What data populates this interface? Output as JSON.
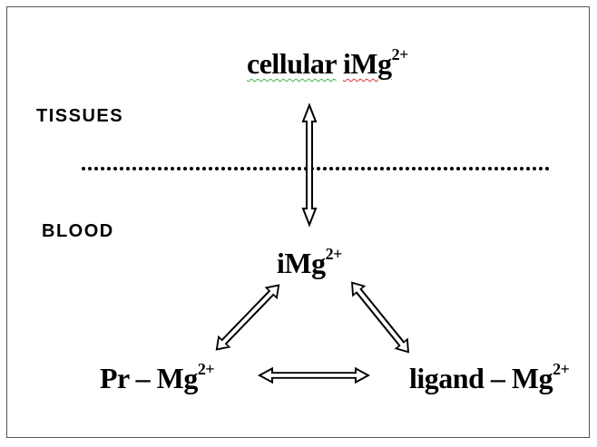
{
  "regions": {
    "tissues": "TISSUES",
    "blood": "BLOOD"
  },
  "nodes": {
    "cellular": {
      "prefix": "cellular",
      "ion": "iMg",
      "charge": "2+"
    },
    "free": {
      "ion": "iMg",
      "charge": "2+"
    },
    "protein_bound": {
      "prefix": "Pr – ",
      "ion": "Mg",
      "charge": "2+"
    },
    "ligand_bound": {
      "prefix": "ligand – ",
      "ion": "Mg",
      "charge": "2+"
    }
  },
  "colors": {
    "ink": "#000000",
    "frame": "#555555",
    "spellcheck_green": "#3cb043",
    "spellcheck_red": "#e03030"
  }
}
